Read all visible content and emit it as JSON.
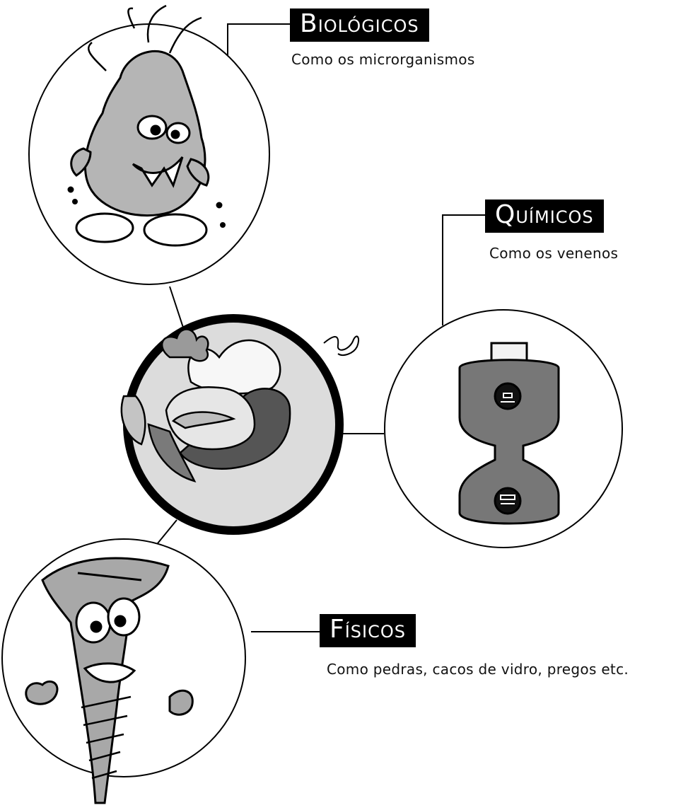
{
  "categories": [
    {
      "id": "biologicos",
      "title": "Biológicos",
      "description": "Como os microrganismos",
      "icon": "microbe-icon"
    },
    {
      "id": "quimicos",
      "title": "Químicos",
      "description": "Como os venenos",
      "icon": "poison-bottle-icon"
    },
    {
      "id": "fisicos",
      "title": "Físicos",
      "description": "Como pedras, cacos de vidro, pregos  etc.",
      "icon": "screw-icon"
    }
  ],
  "center": {
    "icon": "food-plate-icon"
  },
  "colors": {
    "ink": "#000000",
    "plate": "#dcdcdc",
    "bottle": "#777777",
    "creature": "#b5b5b5"
  }
}
